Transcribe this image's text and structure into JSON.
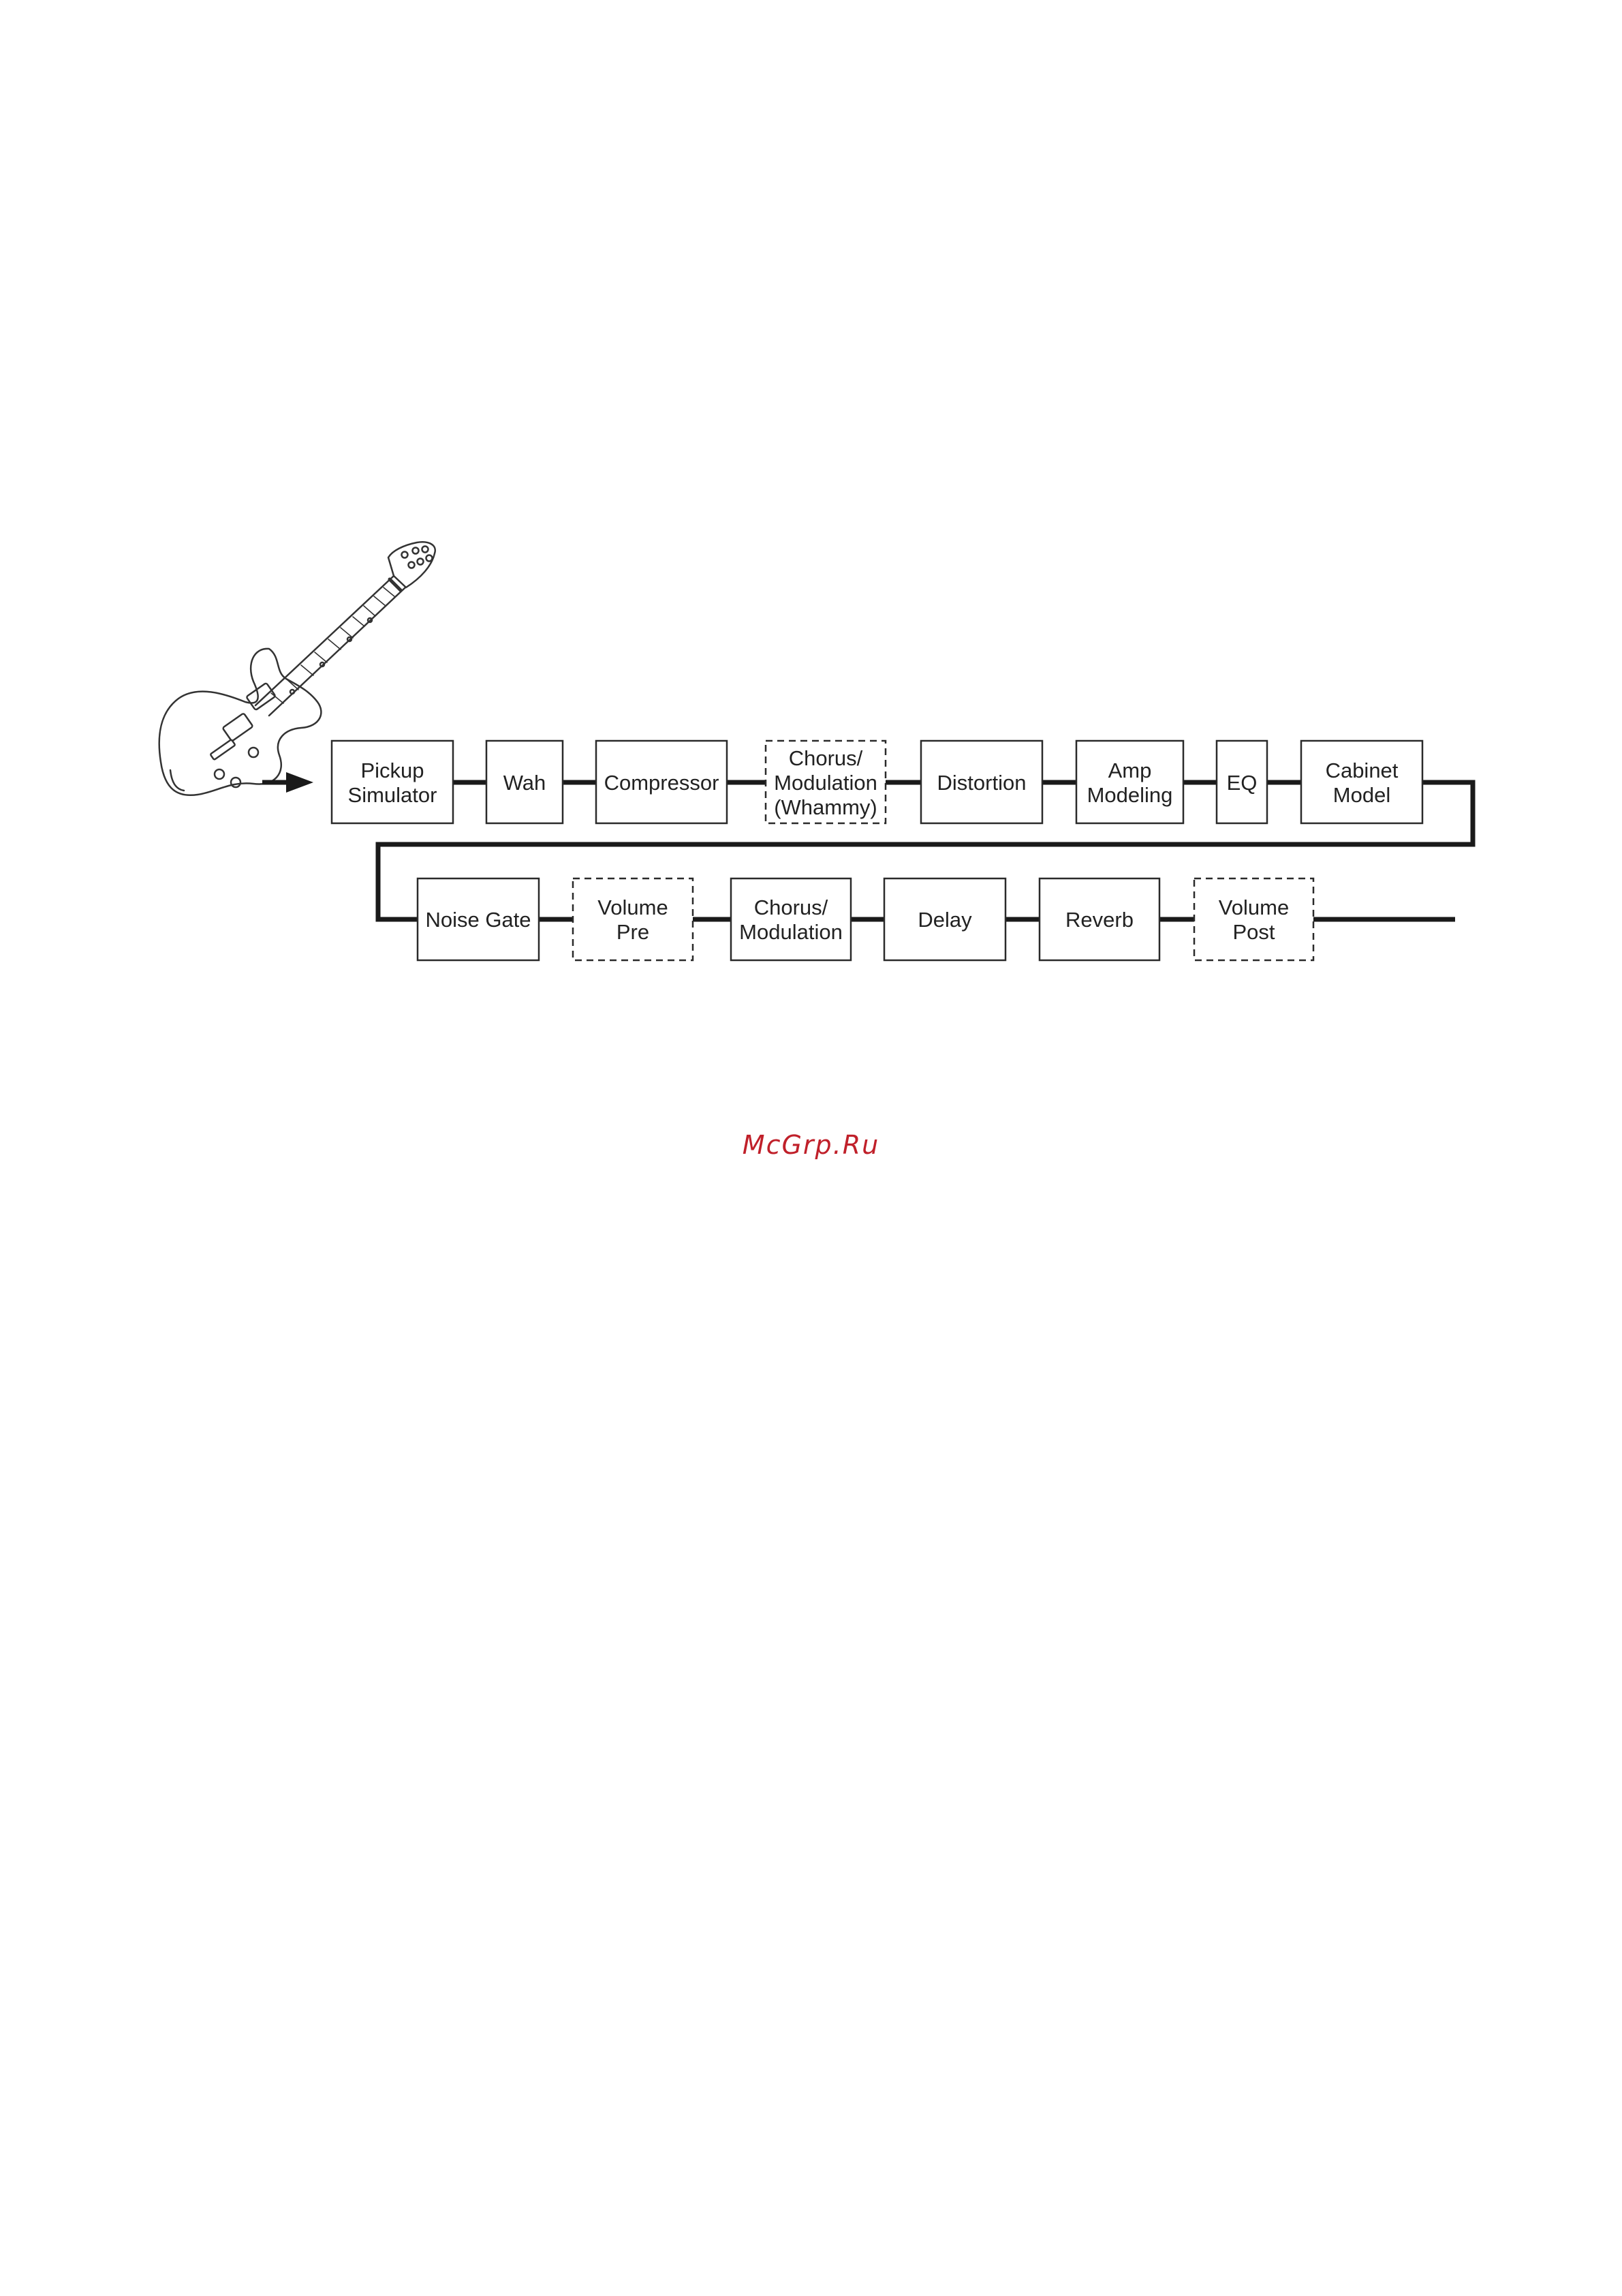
{
  "diagram": {
    "row1": [
      {
        "id": "pickup-simulator",
        "lines": [
          "Pickup",
          "Simulator"
        ],
        "dashed": false
      },
      {
        "id": "wah",
        "lines": [
          "Wah"
        ],
        "dashed": false
      },
      {
        "id": "compressor",
        "lines": [
          "Compressor"
        ],
        "dashed": false
      },
      {
        "id": "chorus-modulation-whammy",
        "lines": [
          "Chorus/",
          "Modulation",
          "(Whammy)"
        ],
        "dashed": true
      },
      {
        "id": "distortion",
        "lines": [
          "Distortion"
        ],
        "dashed": false
      },
      {
        "id": "amp-modeling",
        "lines": [
          "Amp",
          "Modeling"
        ],
        "dashed": false
      },
      {
        "id": "eq",
        "lines": [
          "EQ"
        ],
        "dashed": false
      },
      {
        "id": "cabinet-model",
        "lines": [
          "Cabinet",
          "Model"
        ],
        "dashed": false
      }
    ],
    "row2": [
      {
        "id": "noise-gate",
        "lines": [
          "Noise Gate"
        ],
        "dashed": false
      },
      {
        "id": "volume-pre",
        "lines": [
          "Volume",
          "Pre"
        ],
        "dashed": true
      },
      {
        "id": "chorus-modulation",
        "lines": [
          "Chorus/",
          "Modulation"
        ],
        "dashed": false
      },
      {
        "id": "delay",
        "lines": [
          "Delay"
        ],
        "dashed": false
      },
      {
        "id": "reverb",
        "lines": [
          "Reverb"
        ],
        "dashed": false
      },
      {
        "id": "volume-post",
        "lines": [
          "Volume",
          "Post"
        ],
        "dashed": true
      }
    ],
    "colors": {
      "line": "#1a1a1a",
      "box_stroke": "#2a2a2a",
      "text": "#222222"
    }
  },
  "watermark": {
    "text": "McGrp.Ru",
    "color": "#c0202a"
  },
  "icons": {
    "guitar": "electric-guitar-icon",
    "arrow": "signal-arrow-icon"
  }
}
